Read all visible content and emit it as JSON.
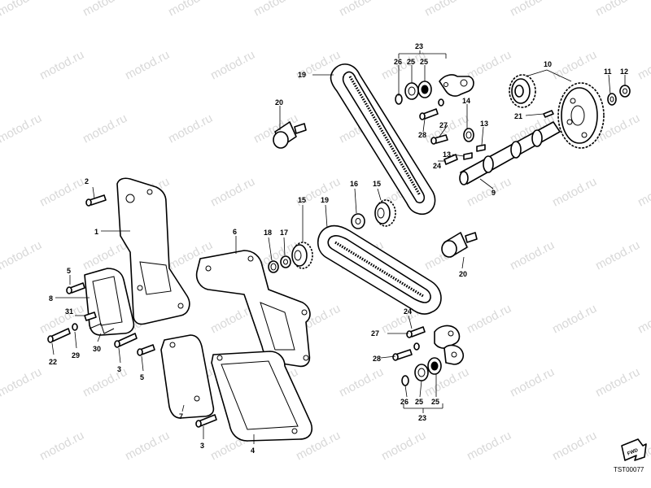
{
  "watermark": {
    "text": "motod.ru"
  },
  "drawing_code": "TST00077",
  "fwd_label": "FWD",
  "callouts": [
    {
      "id": "c23a",
      "text": "23"
    },
    {
      "id": "c26a",
      "text": "26"
    },
    {
      "id": "c25a",
      "text": "25"
    },
    {
      "id": "c25b",
      "text": "25"
    },
    {
      "id": "c10",
      "text": "10"
    },
    {
      "id": "c11",
      "text": "11"
    },
    {
      "id": "c12",
      "text": "12"
    },
    {
      "id": "c19a",
      "text": "19"
    },
    {
      "id": "c20a",
      "text": "20"
    },
    {
      "id": "c14",
      "text": "14"
    },
    {
      "id": "c21",
      "text": "21"
    },
    {
      "id": "c27a",
      "text": "27"
    },
    {
      "id": "c13a",
      "text": "13"
    },
    {
      "id": "c28a",
      "text": "28"
    },
    {
      "id": "c13b",
      "text": "13"
    },
    {
      "id": "c24a",
      "text": "24"
    },
    {
      "id": "c9",
      "text": "9"
    },
    {
      "id": "c2",
      "text": "2"
    },
    {
      "id": "c16",
      "text": "16"
    },
    {
      "id": "c15a",
      "text": "15"
    },
    {
      "id": "c15b",
      "text": "15"
    },
    {
      "id": "c19b",
      "text": "19"
    },
    {
      "id": "c1",
      "text": "1"
    },
    {
      "id": "c6",
      "text": "6"
    },
    {
      "id": "c18",
      "text": "18"
    },
    {
      "id": "c17",
      "text": "17"
    },
    {
      "id": "c20b",
      "text": "20"
    },
    {
      "id": "c5a",
      "text": "5"
    },
    {
      "id": "c8",
      "text": "8"
    },
    {
      "id": "c31",
      "text": "31"
    },
    {
      "id": "c24b",
      "text": "24"
    },
    {
      "id": "c27b",
      "text": "27"
    },
    {
      "id": "c22",
      "text": "22"
    },
    {
      "id": "c29",
      "text": "29"
    },
    {
      "id": "c30",
      "text": "30"
    },
    {
      "id": "c3a",
      "text": "3"
    },
    {
      "id": "c28b",
      "text": "28"
    },
    {
      "id": "c5b",
      "text": "5"
    },
    {
      "id": "c26b",
      "text": "26"
    },
    {
      "id": "c25c",
      "text": "25"
    },
    {
      "id": "c25d",
      "text": "25"
    },
    {
      "id": "c7",
      "text": "7"
    },
    {
      "id": "c23b",
      "text": "23"
    },
    {
      "id": "c3b",
      "text": "3"
    },
    {
      "id": "c4",
      "text": "4"
    }
  ]
}
